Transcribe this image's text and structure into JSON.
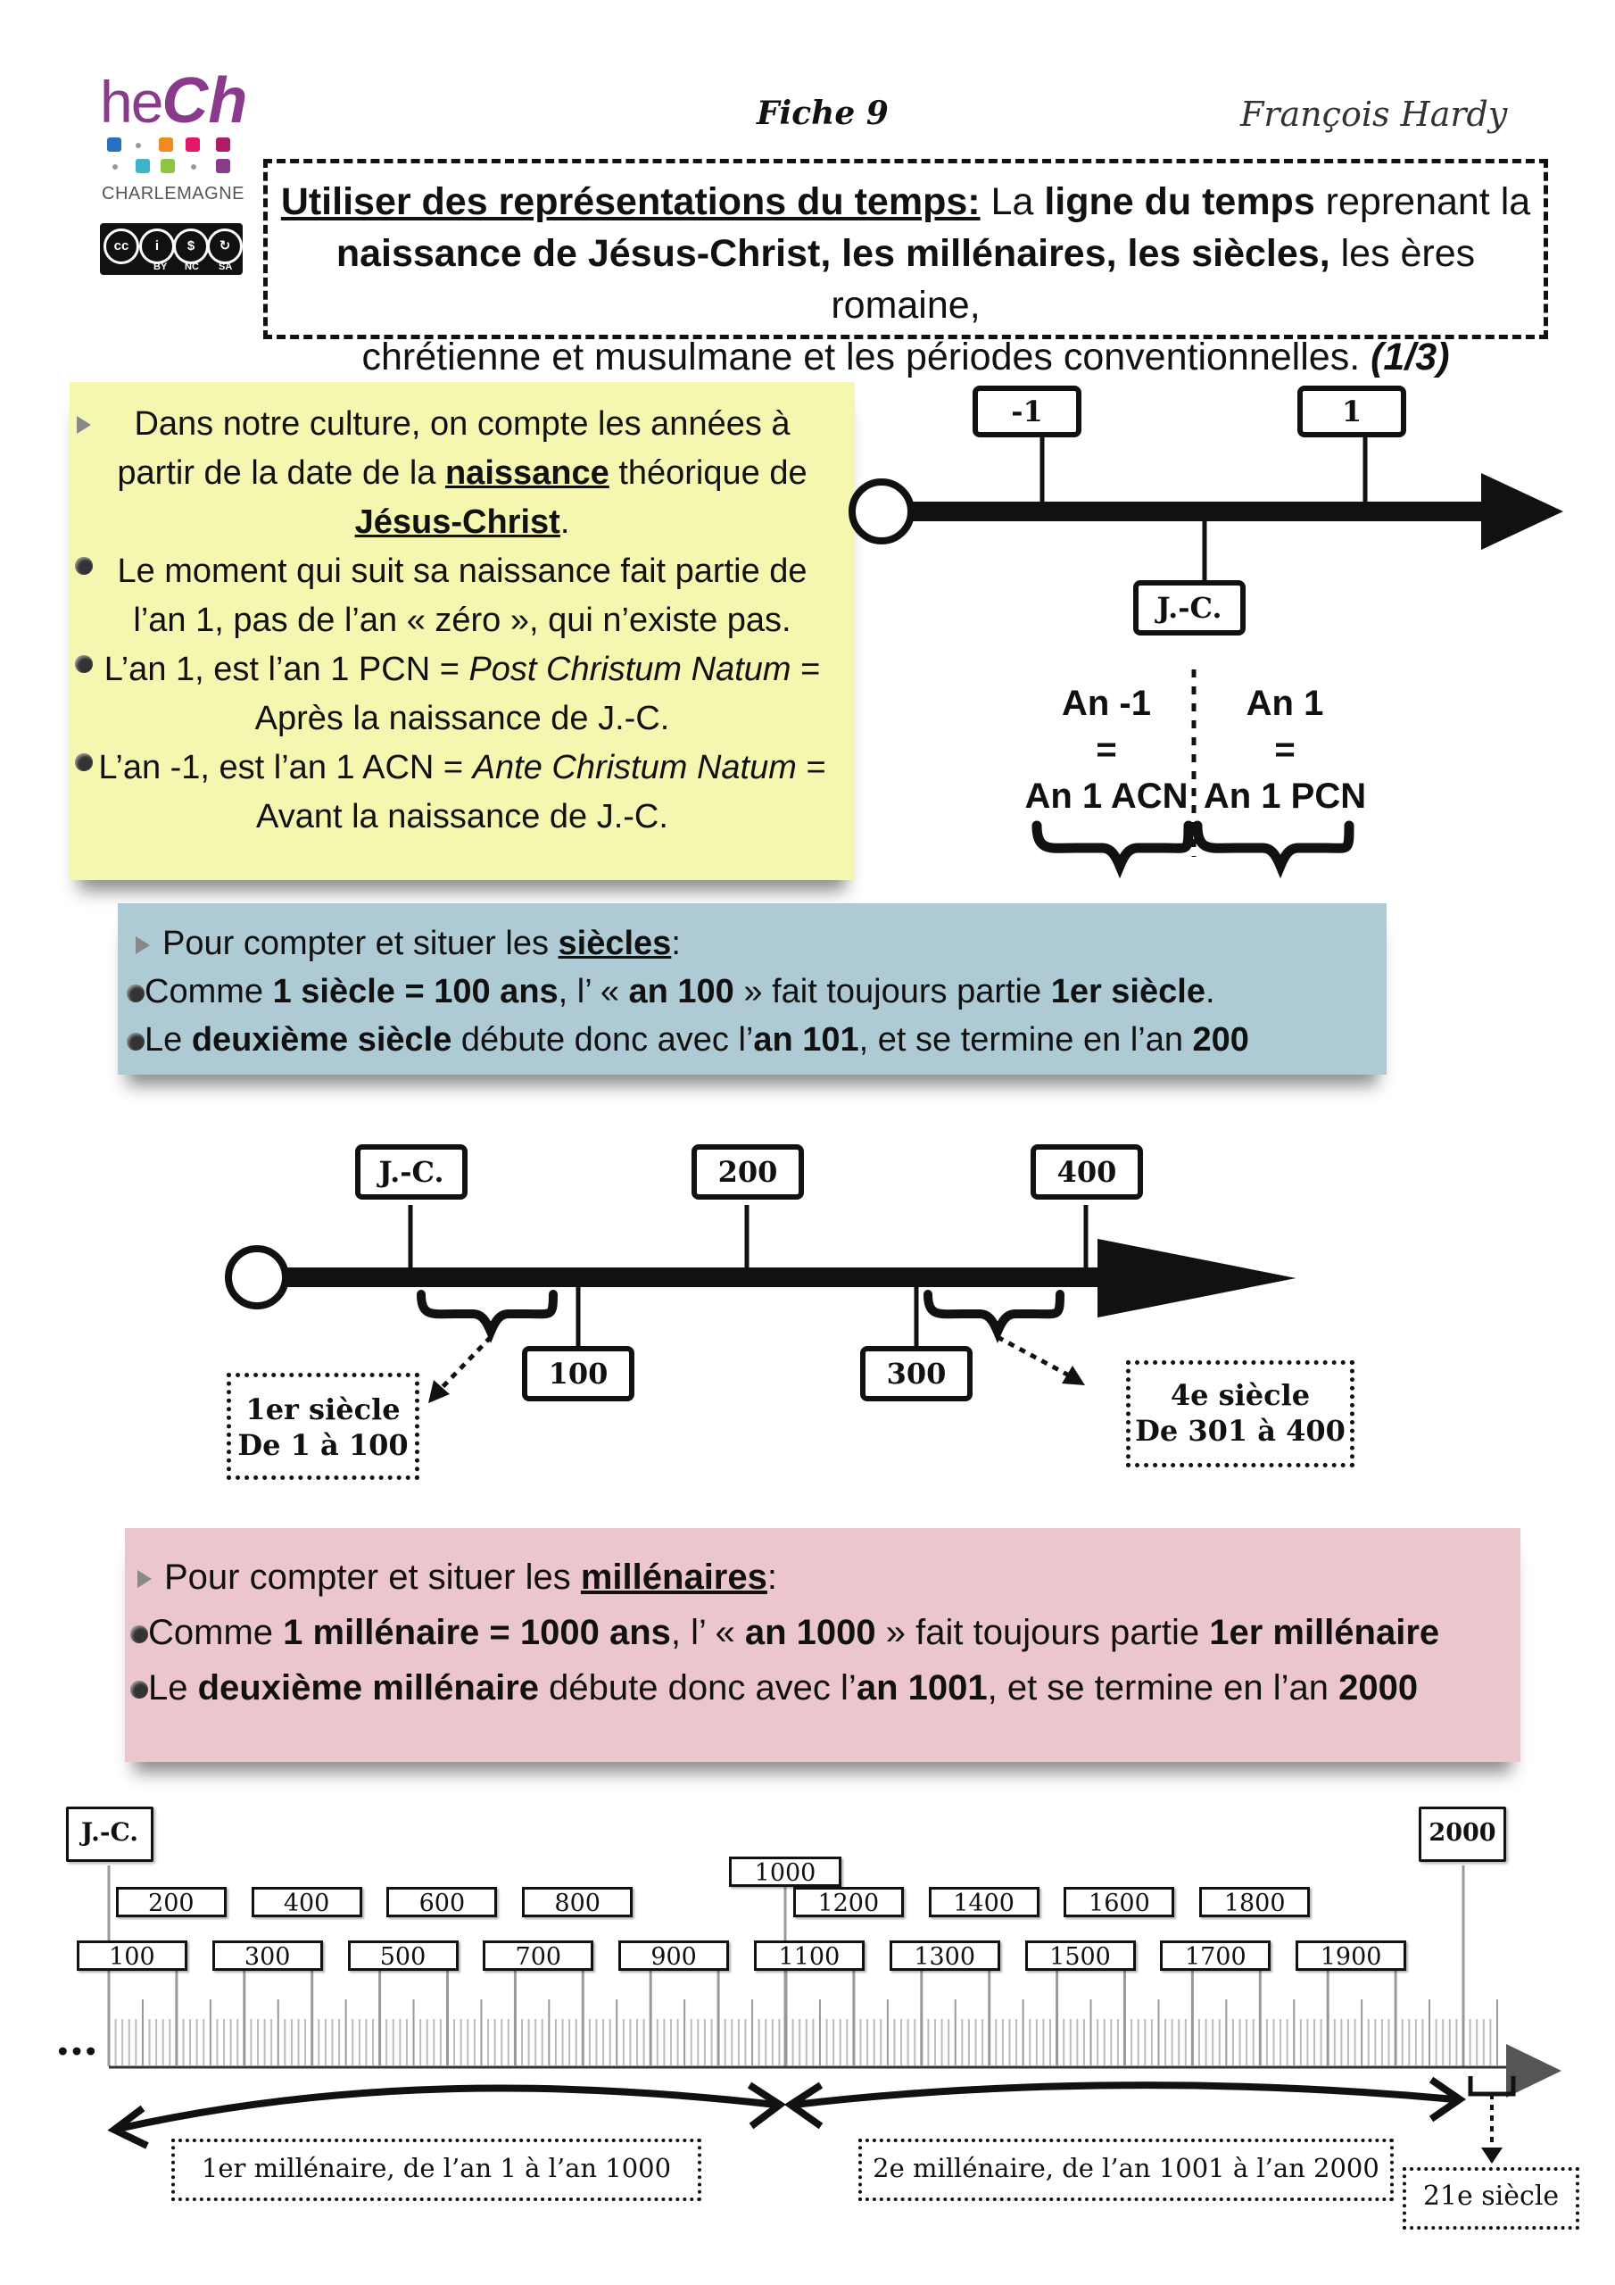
{
  "header": {
    "logo_he": "he",
    "logo_ch": "Ch",
    "logo_sub": "CHARLEMAGNE",
    "cc_labels": [
      "BY",
      "NC",
      "SA"
    ],
    "fiche": "Fiche 9",
    "author": "François Hardy"
  },
  "title": {
    "p1": "Utiliser des représentations du temps:",
    "p2": " La ",
    "p3": "ligne du temps",
    "p4": " reprenant la",
    "p5": "naissance de Jésus-Christ, les millénaires, les siècles,",
    "p6": " les ères romaine,",
    "p7": "chrétienne et musulmane et les périodes conventionnelles. ",
    "p8": "(1/3)"
  },
  "yellow_note": {
    "l1": "Dans notre culture, on compte les années à",
    "l2a": "partir de la date de la ",
    "l2b": "naissance",
    "l2c": " théorique de",
    "l3a": "Jésus-Christ",
    "l3b": ".",
    "l4": "Le moment qui suit sa naissance fait partie de",
    "l5": "l’an 1, pas de l’an « zéro », qui n’existe pas.",
    "l6a": "L’an 1, est l’an 1 PCN = ",
    "l6b": "Post Christum Natum",
    "l6c": " =",
    "l7": "Après la naissance de J.-C.",
    "l8a": "L’an -1, est l’an 1 ACN = ",
    "l8b": "Ante Christum Natum",
    "l8c": " =",
    "l9": "Avant la naissance de J.-C."
  },
  "timeline1": {
    "minus1": "-1",
    "plus1": "1",
    "jc": "J.-C.",
    "left_top": "An -1",
    "left_eq": "=",
    "left_bot": "An 1 ACN",
    "right_top": "An 1",
    "right_eq": "=",
    "right_bot": "An 1 PCN"
  },
  "blue_note": {
    "l1a": "Pour compter et situer les ",
    "l1b": "siècles",
    "l1c": ":",
    "l2a": "Comme ",
    "l2b": "1 siècle = 100 ans",
    "l2c": ", l’ « ",
    "l2d": "an 100",
    "l2e": " » fait toujours partie ",
    "l2f": "1er siècle",
    "l2g": ".",
    "l3a": "Le ",
    "l3b": "deuxième siècle",
    "l3c": " débute donc avec l’",
    "l3d": "an 101",
    "l3e": ", et se termine en l’an ",
    "l3f": "200"
  },
  "timeline2": {
    "jc": "J.-C.",
    "t200": "200",
    "t400": "400",
    "t100": "100",
    "t300": "300",
    "c1_l1": "1er siècle",
    "c1_l2": "De 1 à 100",
    "c4_l1": "4e siècle",
    "c4_l2": "De 301 à 400"
  },
  "pink_note": {
    "l1a": "Pour compter et situer les ",
    "l1b": "millénaires",
    "l1c": ":",
    "l2a": "Comme ",
    "l2b": "1 millénaire = 1000 ans",
    "l2c": ", l’ « ",
    "l2d": "an 1000",
    "l2e": " » fait toujours partie ",
    "l2f": "1er millénaire",
    "l3a": "Le ",
    "l3b": "deuxième millénaire",
    "l3c": " débute donc avec l’",
    "l3d": "an 1001",
    "l3e": ", et se termine en l’an ",
    "l3f": "2000"
  },
  "timeline3": {
    "jc": "J.-C.",
    "t2000": "2000",
    "t1000": "1000",
    "upper_row": [
      "200",
      "400",
      "600",
      "800",
      "1200",
      "1400",
      "1600",
      "1800"
    ],
    "lower_row": [
      "100",
      "300",
      "500",
      "700",
      "900",
      "1100",
      "1300",
      "1500",
      "1700",
      "1900"
    ],
    "dots": "…",
    "m1": "1er millénaire, de l’an 1 à l’an 1000",
    "m2": "2e millénaire, de l’an 1001 à l’an 2000",
    "c21": "21e siècle"
  }
}
